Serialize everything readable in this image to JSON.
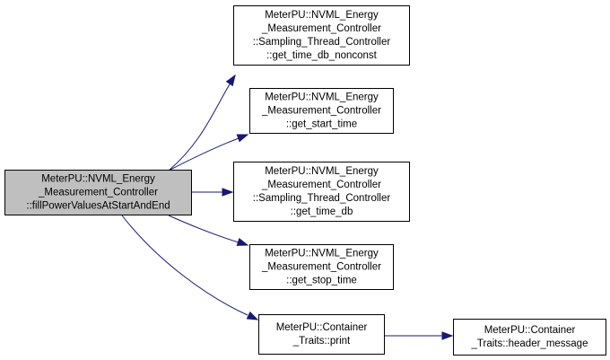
{
  "nodes": [
    {
      "id": "fill",
      "lines": [
        "MeterPU::NVML_Energy",
        "_Measurement_Controller",
        "::fillPowerValuesAtStartAndEnd"
      ],
      "highlighted": true
    },
    {
      "id": "nonconst",
      "lines": [
        "MeterPU::NVML_Energy",
        "_Measurement_Controller",
        "::Sampling_Thread_Controller",
        "::get_time_db_nonconst"
      ],
      "highlighted": false
    },
    {
      "id": "start",
      "lines": [
        "MeterPU::NVML_Energy",
        "_Measurement_Controller",
        "::get_start_time"
      ],
      "highlighted": false
    },
    {
      "id": "timedb",
      "lines": [
        "MeterPU::NVML_Energy",
        "_Measurement_Controller",
        "::Sampling_Thread_Controller",
        "::get_time_db"
      ],
      "highlighted": false
    },
    {
      "id": "stop",
      "lines": [
        "MeterPU::NVML_Energy",
        "_Measurement_Controller",
        "::get_stop_time"
      ],
      "highlighted": false
    },
    {
      "id": "print",
      "lines": [
        "MeterPU::Container",
        "_Traits::print"
      ],
      "highlighted": false
    },
    {
      "id": "header",
      "lines": [
        "MeterPU::Container",
        "_Traits::header_message"
      ],
      "highlighted": false
    }
  ],
  "edges": [
    {
      "from": "fill",
      "to": "nonconst"
    },
    {
      "from": "fill",
      "to": "start"
    },
    {
      "from": "fill",
      "to": "timedb"
    },
    {
      "from": "fill",
      "to": "stop"
    },
    {
      "from": "fill",
      "to": "print"
    },
    {
      "from": "print",
      "to": "header"
    }
  ],
  "colors": {
    "highlight_fill": "#bfbfbf",
    "node_fill": "#ffffff",
    "node_border": "#000000",
    "edge": "#191970"
  }
}
